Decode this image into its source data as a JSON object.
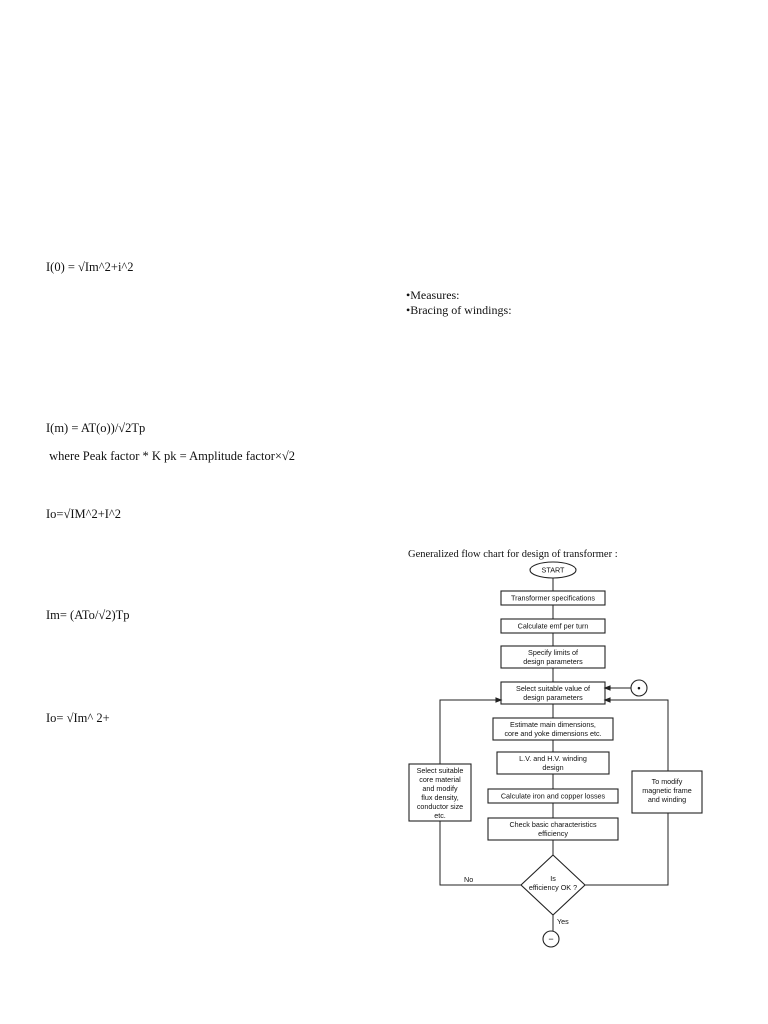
{
  "formulas": [
    "I(0) = √Im^2+i^2",
    "I(m) = AT(o))/√2Tp",
    " where Peak factor * K pk = Amplitude factor×√2",
    "Io=√IM^2+I^2",
    "Im= (ATo/√2)Tp",
    "Io= √Im^ 2+"
  ],
  "side_notes": [
    "•Measures:",
    "•Bracing of windings:"
  ],
  "flowchart": {
    "title": "Generalized flow chart for design of transformer :",
    "start": "START",
    "steps": [
      [
        "Transformer specifications"
      ],
      [
        "Calculate emf per turn"
      ],
      [
        "Specify limits of",
        "design parameters"
      ],
      [
        "Select suitable value of",
        "design parameters"
      ],
      [
        "Estimate main dimensions,",
        "core and yoke dimensions etc."
      ],
      [
        "L.V. and  H.V. winding",
        "design"
      ],
      [
        "Calculate iron and copper losses"
      ],
      [
        "Check basic characteristics",
        "efficiency"
      ]
    ],
    "decision": [
      "Is",
      "efficiency OK ?"
    ],
    "left_box": [
      "Select suitable",
      "core material",
      "and modify",
      "flux density,",
      "conductor size",
      "etc."
    ],
    "right_box": [
      "To modify",
      "magnetic frame",
      "and winding"
    ],
    "no_label": "No",
    "yes_label": "Yes",
    "connector_symbol": "•",
    "end_symbol": "−"
  }
}
